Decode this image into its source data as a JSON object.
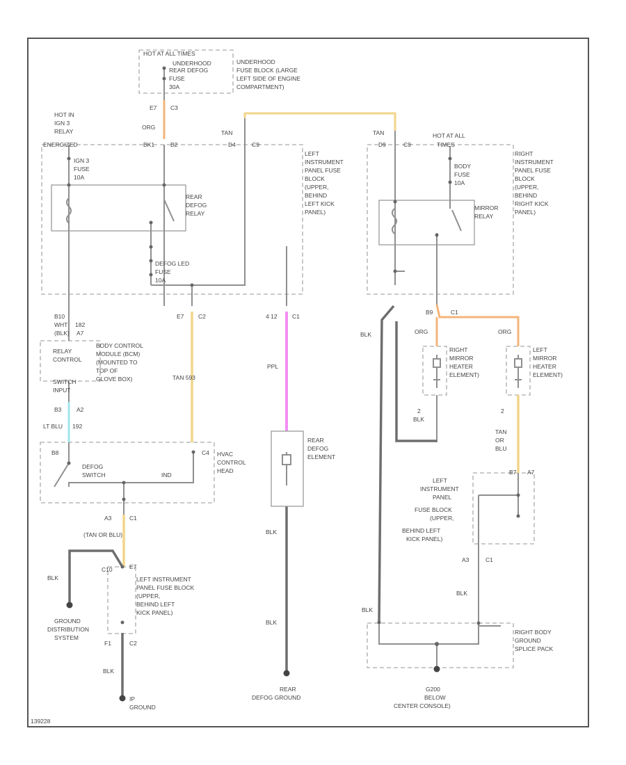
{
  "colors": {
    "wire": "#8f8f8f",
    "orange": "#f4b47a",
    "tan": "#f2d58a",
    "pink": "#f28ef2",
    "lt_blue": "#9fe6ef",
    "border": "#555555"
  },
  "labels": {
    "hot_times_1": "HOT AT ALL TIMES",
    "underhood_1": "UNDERHOOD",
    "underhood_2": "FUSE BLOCK (LARGE",
    "underhood_3": "LEFT SIDE OF ENGINE",
    "underhood_4": "COMPARTMENT)",
    "rear_defog_fuse_1": "REAR DEFOG",
    "rear_defog_fuse_2": "FUSE",
    "rear_defog_fuse_3": "30A",
    "e7_top": "E7",
    "c3_top": "C3",
    "org_top": "ORG",
    "hot_run_1": "HOT IN",
    "hot_run_2": "IGN 3",
    "hot_run_3": "RELAY",
    "hot_run_4": "ENERGIZED",
    "ign3_fuse_1": "IGN 3",
    "ign3_fuse_2": "FUSE",
    "ign3_fuse_3": "10A",
    "pin_bk1": "BK1",
    "pin_b2": "B2",
    "pin_d4": "D4",
    "pin_c9": "C9",
    "tan_left": "TAN",
    "rear_defog_relay_1": "REAR",
    "rear_defog_relay_2": "DEFOG",
    "rear_defog_relay_3": "RELAY",
    "left_ip_1": "LEFT",
    "left_ip_2": "INSTRUMENT",
    "left_ip_3": "PANEL FUSE",
    "left_ip_4": "BLOCK",
    "left_ip_5": "(UPPER,",
    "left_ip_6": "BEHIND",
    "left_ip_7": "LEFT KICK",
    "left_ip_8": "PANEL)",
    "defog_led_1": "DEFOG LED",
    "defog_led_2": "FUSE",
    "defog_led_3": "10A",
    "tan_right": "TAN",
    "pin_d9": "D9",
    "pin_c9r": "C9",
    "hot_times_2": "HOT AT ALL",
    "hot_times_3": "TIMES",
    "body_fuse_1": "BODY",
    "body_fuse_2": "FUSE",
    "body_fuse_3": "10A",
    "mirror_relay_1": "MIRROR",
    "mirror_relay_2": "RELAY",
    "right_ip_1": "RIGHT",
    "right_ip_2": "INSTRUMENT",
    "right_ip_3": "PANEL FUSE",
    "right_ip_4": "BLOCK",
    "right_ip_5": "(UPPER,",
    "right_ip_6": "BEHIND",
    "right_ip_7": "RIGHT KICK",
    "right_ip_8": "PANEL)",
    "b10": "B10",
    "wht": "WHT",
    "n182": "182",
    "blk_paren": "(BLK)",
    "a7": "A7",
    "relay_control_1": "RELAY",
    "relay_control_2": "CONTROL",
    "bcm_1": "BODY CONTROL",
    "bcm_2": "MODULE (BCM)",
    "bcm_3": "(MOUNTED TO",
    "bcm_4": "TOP OF",
    "bcm_5": "GLOVE BOX)",
    "switch_1": "SWITCH",
    "switch_2": "INPUT",
    "e7_mid": "E7",
    "c2_mid": "C2",
    "tan_593": "TAN 593",
    "n412": "4 12",
    "c1_mid": "C1",
    "ppl": "PPL",
    "blk_right_vert": "BLK",
    "b9": "B9",
    "c1_right": "C1",
    "org_r1": "ORG",
    "org_r2": "ORG",
    "right_mirror_1": "RIGHT",
    "right_mirror_2": "MIRROR",
    "right_mirror_3": "HEATER",
    "right_mirror_4": "ELEMENT)",
    "left_mirror_1": "LEFT",
    "left_mirror_2": "MIRROR",
    "left_mirror_3": "HEATER",
    "left_mirror_4": "ELEMENT)",
    "b3": "B3",
    "a2": "A2",
    "lt_blu": "LT BLU",
    "n192": "192",
    "b8": "B8",
    "c4": "C4",
    "hvac_1": "HVAC",
    "hvac_2": "CONTROL",
    "hvac_3": "HEAD",
    "defog_switch_1": "DEFOG",
    "defog_switch_2": "SWITCH",
    "ind": "IND",
    "n2_blk_1": "2",
    "blk_small_1": "BLK",
    "n2_blk_2": "2",
    "tan_or_1": "TAN",
    "tan_or_2": "OR",
    "tan_or_3": "BLU",
    "rear_defog_el_1": "REAR",
    "rear_defog_el_2": "DEFOG",
    "rear_defog_el_3": "ELEMENT",
    "a3": "A3",
    "c1_low": "C1",
    "tan_or_blu": "(TAN OR BLU)",
    "blk_low_1": "BLK",
    "left_ip2_1": "LEFT",
    "left_ip2_2": "INSTRUMENT",
    "left_ip2_3": "PANEL",
    "left_ip2_4": "FUSE BLOCK",
    "left_ip2_5": "(UPPER,",
    "left_ip2_6": "BEHIND LEFT",
    "left_ip2_7": "KICK PANEL)",
    "b7": "B7",
    "a7r": "A7",
    "blk_mid": "BLK",
    "c10": "C10",
    "e7_low": "E7",
    "left_ip3_1": "LEFT INSTRUMENT",
    "left_ip3_2": "PANEL FUSE BLOCK",
    "left_ip3_3": "(UPPER,",
    "left_ip3_4": "BEHIND LEFT",
    "left_ip3_5": "KICK PANEL)",
    "blk_ground_left": "BLK",
    "ground_dist_1": "GROUND",
    "ground_dist_2": "DISTRIBUTION",
    "ground_dist_3": "SYSTEM",
    "f1": "F1",
    "c2_low": "C2",
    "blk_lower": "BLK",
    "blk_center": "BLK",
    "a3r": "A3",
    "c1_lowr": "C1",
    "blk_r_mid": "BLK",
    "blk_r_low": "BLK",
    "right_body_1": "RIGHT BODY",
    "right_body_2": "GROUND",
    "right_body_3": "SPLICE PACK",
    "ip_ground_1": "IP",
    "ip_ground_2": "GROUND",
    "rear_ground_1": "REAR",
    "rear_ground_2": "DEFOG GROUND",
    "g200_1": "G200",
    "g200_2": "BELOW",
    "g200_3": "CENTER CONSOLE)",
    "figure_id": "139228"
  }
}
